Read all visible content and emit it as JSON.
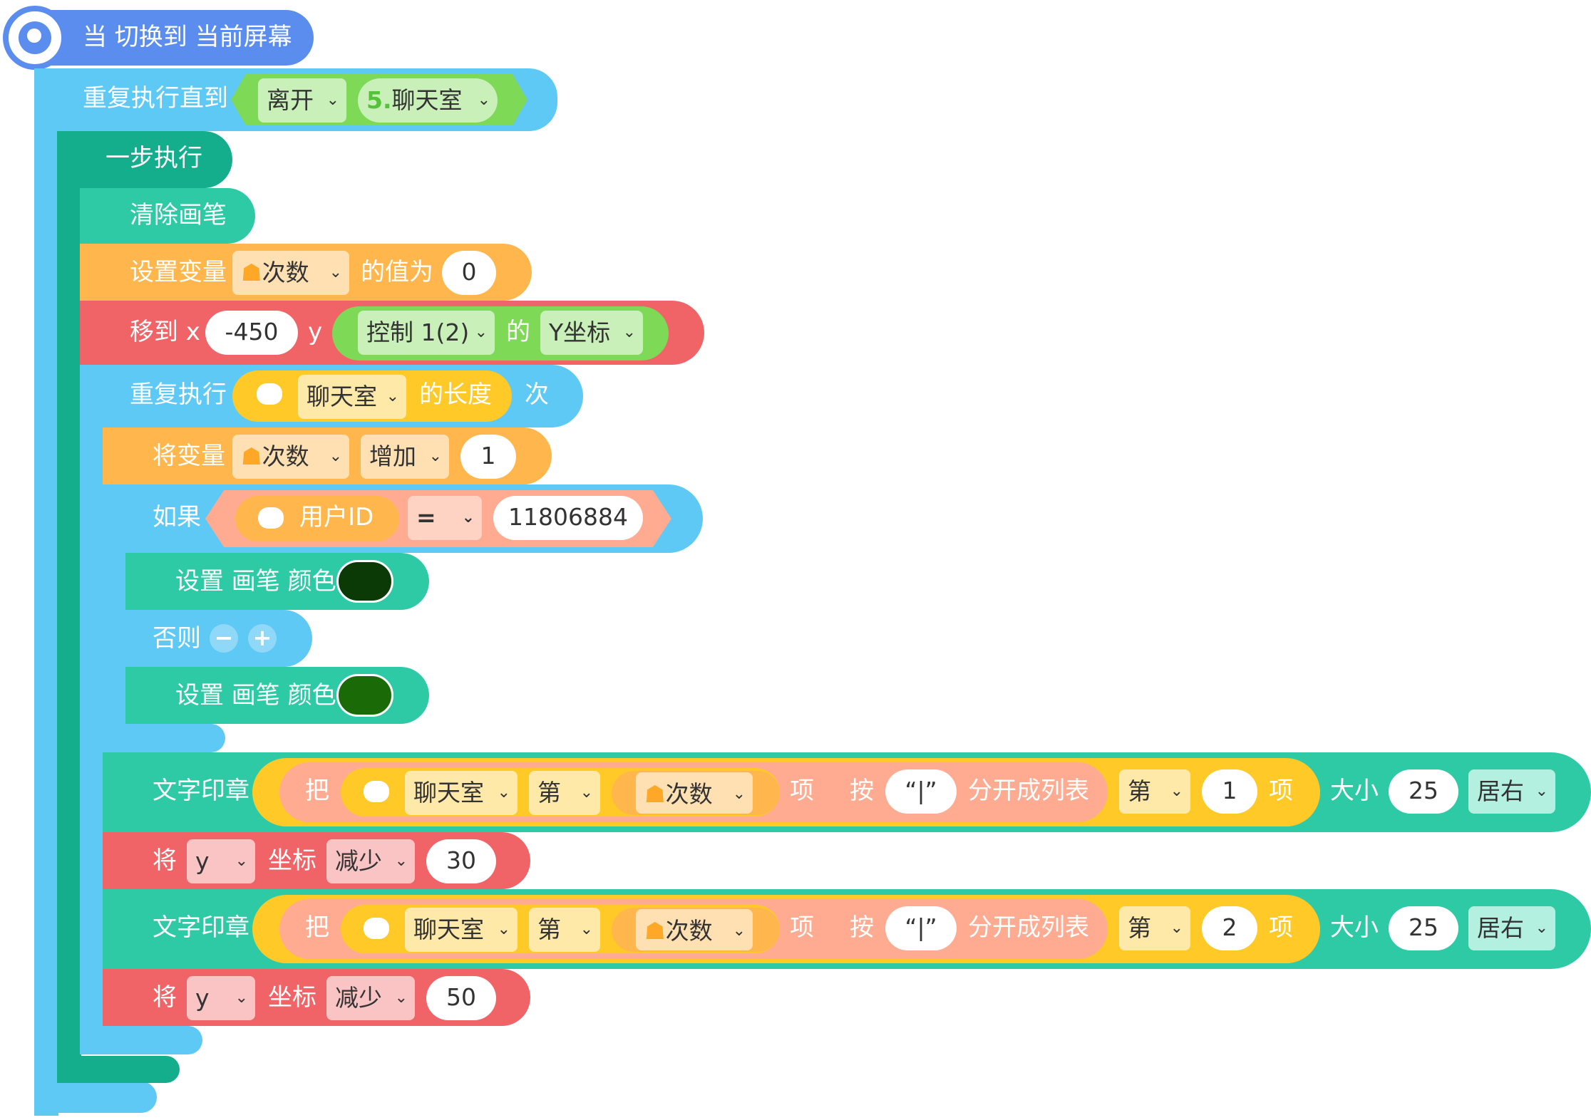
{
  "hat": {
    "label": "当 切换到 当前屏幕"
  },
  "repeat_until": {
    "label": "重复执行直到",
    "cond_left": "离开",
    "cond_right_num": "5.",
    "cond_right": "聊天室"
  },
  "step": {
    "label": "一步执行"
  },
  "clear_pen": {
    "label": "清除画笔"
  },
  "set_var": {
    "label": "设置变量",
    "var": "次数",
    "mid": "的值为",
    "value": "0"
  },
  "move_to": {
    "label": "移到 x",
    "x": "-450",
    "y_label": "y",
    "ctrl": "控制 1(2)",
    "of": "的",
    "attr": "Y坐标"
  },
  "repeat_n": {
    "label": "重复执行",
    "list": "聊天室",
    "len": "的长度",
    "times": "次"
  },
  "change_var": {
    "label": "将变量",
    "var": "次数",
    "op": "增加",
    "value": "1"
  },
  "if_block": {
    "label": "如果",
    "left": "用户ID",
    "op": "=",
    "right": "11806884"
  },
  "pen_color_1": {
    "label": "设置 画笔 颜色",
    "color": "#0b3a06"
  },
  "else": {
    "label": "否则",
    "minus": "−",
    "plus": "+"
  },
  "pen_color_2": {
    "label": "设置 画笔 颜色",
    "color": "#1a6a08"
  },
  "stamp1": {
    "label": "文字印章",
    "ba": "把",
    "list": "聊天室",
    "di": "第",
    "var": "次数",
    "xiang": "项",
    "an": "按",
    "sep": "“|”",
    "split": "分开成列表",
    "di2": "第",
    "idx": "1",
    "xiang2": "项",
    "size_label": "大小",
    "size": "25",
    "align": "居右"
  },
  "dec1": {
    "label": "将",
    "axis": "y",
    "coord": "坐标",
    "op": "减少",
    "value": "30"
  },
  "stamp2": {
    "label": "文字印章",
    "ba": "把",
    "list": "聊天室",
    "di": "第",
    "var": "次数",
    "xiang": "项",
    "an": "按",
    "sep": "“|”",
    "split": "分开成列表",
    "di2": "第",
    "idx": "2",
    "xiang2": "项",
    "size_label": "大小",
    "size": "25",
    "align": "居右"
  },
  "dec2": {
    "label": "将",
    "axis": "y",
    "coord": "坐标",
    "op": "减少",
    "value": "50"
  },
  "colors": {
    "event": "#5b8def",
    "control": "#5ec9f5",
    "step": "#14ae8c",
    "pen": "#2ecaa6",
    "var": "#ffb74d",
    "motion": "#f06366",
    "sense": "#7ed957",
    "list": "#ffca28",
    "op": "#ffab91"
  }
}
